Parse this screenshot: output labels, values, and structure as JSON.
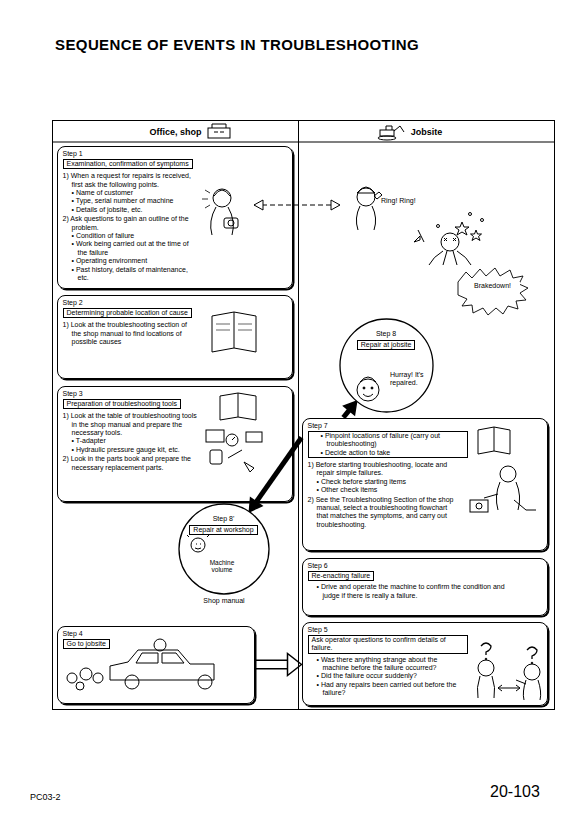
{
  "diagram": {
    "title": "SEQUENCE OF EVENTS IN TROUBLESHOOTING",
    "nodes": [
      {
        "text": [
          "Office, shop"
        ]
      },
      {
        "text": [
          "Step 1",
          "Examination, confirmation of symptoms",
          "1) When a request for repairs is received, first ask the following points.",
          "• Name of customer",
          "• Type, serial number of machine",
          "• Details of jobsite, etc.",
          "2) Ask questions to gain an outline of the problem.",
          "• Condition of failure",
          "• Work being carried out at the time of the failure",
          "• Operating environment",
          "• Past history, details of maintenance, etc."
        ],
        "in": 0
      },
      {
        "text": [
          "Step 2",
          "Determining probable location of cause",
          "1) Look at the troubleshooting section of the shop manual to find locations of possible causes"
        ],
        "in": 0
      },
      {
        "text": [
          "Step 3",
          "Preparation of troubleshooting tools",
          "1) Look at the table of troubleshooting tools in the shop manual and prepare the necessary tools.",
          "• T-adapter",
          "• Hydraulic pressure gauge kit, etc.",
          "2) Look in the parts book and prepare the necessary replacement parts."
        ],
        "in": 0
      },
      {
        "text": [
          "Step 8'",
          "Repair at workshop"
        ],
        "in": 0
      },
      {
        "text": [
          "Step 4",
          "Go to jobsite"
        ],
        "in": 0
      },
      {
        "text": [
          "Jobsite"
        ]
      },
      {
        "text": [
          "Step 8",
          "Repair at jobsite"
        ],
        "in": 6
      },
      {
        "text": [
          "Step 7",
          "• Pinpoint locations of failure (carry out troubleshooting)",
          "• Decide action to take",
          "1) Before starting troubleshooting, locate and repair simple failures.",
          "• Check before starting items",
          "• Other check items",
          "2) See the Troubleshooting Section of the shop manual, select a troubleshooting flowchart that matches the symptoms, and carry out troubleshooting."
        ],
        "in": 6
      },
      {
        "text": [
          "Step 6",
          "Re-enacting failure",
          "• Drive and operate the machine to confirm the condition and judge if there is really a failure."
        ],
        "in": 6
      },
      {
        "text": [
          "Step 5",
          "Ask operator questions to confirm details of failure.",
          "• Was there anything strange about the machine before the failure occurred?",
          "• Did the failure occur suddenly?",
          "• Had any repairs been carried out before the failure?"
        ],
        "in": 6
      }
    ],
    "edges": [
      {
        "from": 5,
        "to": 10,
        "arrow": "to"
      },
      {
        "from": 8,
        "to": 7,
        "arrow": "to"
      },
      {
        "from": 8,
        "to": 4,
        "arrow": "to"
      }
    ],
    "labels": [
      "Ring! Ring!",
      "Brakedown!",
      "Hurray! It's repaired.",
      "Machine volume",
      "Shop manual",
      "PC03-2",
      "20-103"
    ]
  }
}
